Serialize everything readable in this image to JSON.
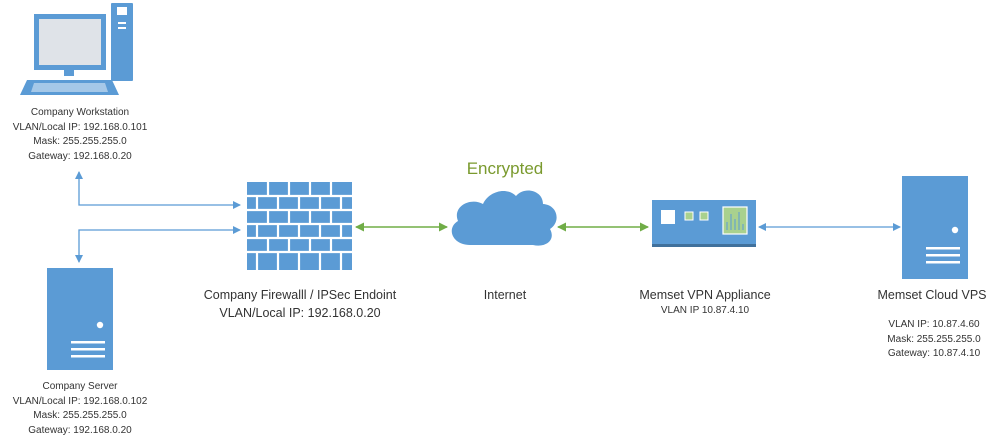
{
  "colors": {
    "device": "#5b9bd5",
    "device_dark": "#41719c",
    "connector_blue": "#5b9bd5",
    "connector_green": "#70ad47",
    "encrypted_text": "#7a9a2e",
    "text": "#333333"
  },
  "title": "",
  "encrypted_label": "Encrypted",
  "nodes": {
    "workstation": {
      "icon": "desktop-computer-icon",
      "name": "Company Workstation",
      "ip": "VLAN/Local IP: 192.168.0.101",
      "mask": "Mask: 255.255.255.0",
      "gateway": "Gateway: 192.168.0.20"
    },
    "server": {
      "icon": "server-tower-icon",
      "name": "Company Server",
      "ip": "VLAN/Local IP: 192.168.0.102",
      "mask": "Mask: 255.255.255.0",
      "gateway": "Gateway: 192.168.0.20"
    },
    "firewall": {
      "icon": "firewall-brick-icon",
      "name": "Company Firewalll / IPSec Endoint",
      "ip": "VLAN/Local IP: 192.168.0.20"
    },
    "internet": {
      "icon": "cloud-icon",
      "name": "Internet"
    },
    "vpn": {
      "icon": "vpn-appliance-icon",
      "name": "Memset VPN Appliance",
      "ip": "VLAN IP 10.87.4.10"
    },
    "vps": {
      "icon": "server-tower-icon",
      "name": "Memset Cloud VPS",
      "ip": "VLAN IP: 10.87.4.60",
      "mask": "Mask: 255.255.255.0",
      "gateway": "Gateway: 10.87.4.10"
    }
  },
  "connections": [
    {
      "from": "workstation",
      "to": "firewall",
      "style": "blue"
    },
    {
      "from": "server",
      "to": "firewall",
      "style": "blue"
    },
    {
      "from": "firewall",
      "to": "internet",
      "style": "green"
    },
    {
      "from": "internet",
      "to": "vpn",
      "style": "green"
    },
    {
      "from": "vpn",
      "to": "vps",
      "style": "blue"
    }
  ]
}
